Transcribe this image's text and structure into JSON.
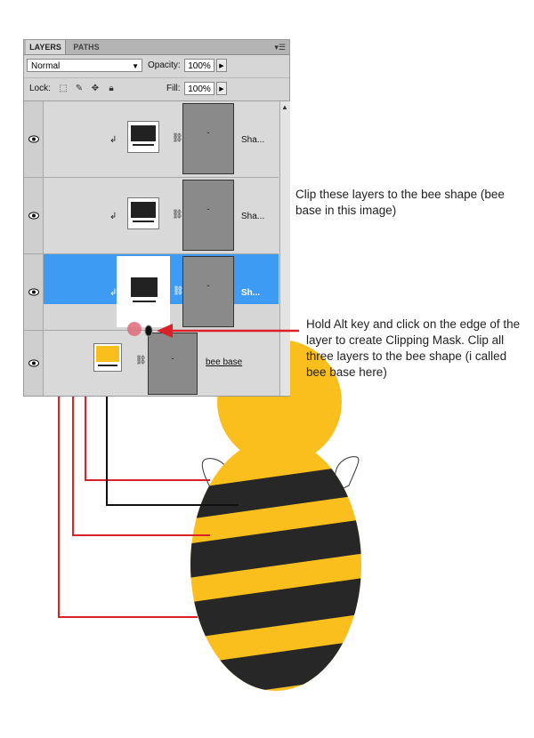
{
  "panel": {
    "tabs": [
      {
        "label": "LAYERS"
      },
      {
        "label": "PATHS"
      }
    ],
    "menu_icon": "panel-menu-icon",
    "blend_mode": "Normal",
    "opacity_label": "Opacity:",
    "opacity_value": "100%",
    "lock_label": "Lock:",
    "fill_label": "Fill:",
    "fill_value": "100%",
    "layers": [
      {
        "name": "Sha...",
        "selected": false,
        "clipped": true
      },
      {
        "name": "Sha...",
        "selected": false,
        "clipped": true
      },
      {
        "name": "Sh...",
        "selected": true,
        "clipped": true
      },
      {
        "name": "bee base",
        "selected": false,
        "clipped": false
      }
    ]
  },
  "annotations": {
    "clip_note": "Clip these layers to the bee shape (bee base in this image)",
    "alt_note": "Hold Alt key and click on the edge of the layer to create Clipping Mask. Clip all three layers  to the bee shape (i called bee base here)"
  },
  "colors": {
    "selected_row": "#3d9bf3",
    "bee_yellow": "#fbbf1d",
    "bee_stripe": "#272727",
    "arrow_red": "#d92128"
  }
}
